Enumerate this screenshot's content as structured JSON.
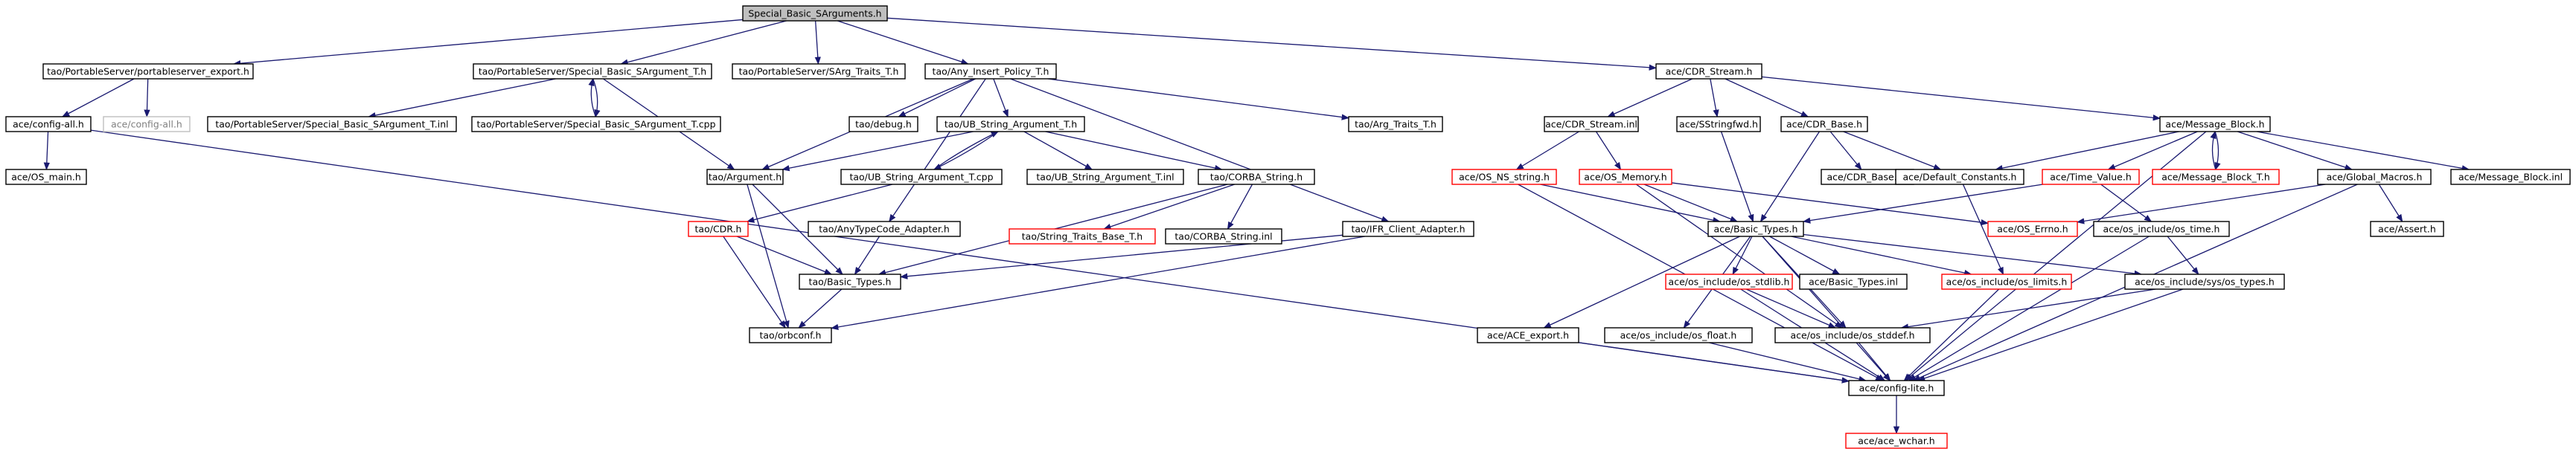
{
  "graph": {
    "colors": {
      "edge": "#191970",
      "node_border": "#000000",
      "node_border_missing": "#ff0000",
      "node_border_external": "#bfbfbf",
      "node_fill": "#ffffff",
      "root_fill": "#bfbfbf",
      "text": "#000000",
      "text_external": "#808080"
    },
    "nodes": [
      {
        "id": "root",
        "label": "Special_Basic_SArguments.h",
        "style": "root"
      },
      {
        "id": "pse",
        "label": "tao/PortableServer/portableserver_export.h",
        "style": "normal"
      },
      {
        "id": "sbsa",
        "label": "tao/PortableServer/Special_Basic_SArgument_T.h",
        "style": "normal"
      },
      {
        "id": "sat",
        "label": "tao/PortableServer/SArg_Traits_T.h",
        "style": "normal"
      },
      {
        "id": "aip",
        "label": "tao/Any_Insert_Policy_T.h",
        "style": "normal"
      },
      {
        "id": "cdrs",
        "label": "ace/CDR_Stream.h",
        "style": "normal"
      },
      {
        "id": "acecfg",
        "label": "ace/config-all.h",
        "style": "normal"
      },
      {
        "id": "acecfgx",
        "label": "ace/config-all.h",
        "style": "external"
      },
      {
        "id": "sbsainl",
        "label": "tao/PortableServer/Special_Basic_SArgument_T.inl",
        "style": "normal"
      },
      {
        "id": "sbsacpp",
        "label": "tao/PortableServer/Special_Basic_SArgument_T.cpp",
        "style": "normal"
      },
      {
        "id": "debug",
        "label": "tao/debug.h",
        "style": "normal"
      },
      {
        "id": "ubsa",
        "label": "tao/UB_String_Argument_T.h",
        "style": "normal"
      },
      {
        "id": "argt",
        "label": "tao/Arg_Traits_T.h",
        "style": "normal"
      },
      {
        "id": "cdrsinl",
        "label": "ace/CDR_Stream.inl",
        "style": "normal"
      },
      {
        "id": "ssfwd",
        "label": "ace/SStringfwd.h",
        "style": "normal"
      },
      {
        "id": "cdrbase",
        "label": "ace/CDR_Base.h",
        "style": "normal"
      },
      {
        "id": "msgblk",
        "label": "ace/Message_Block.h",
        "style": "normal"
      },
      {
        "id": "osmain",
        "label": "ace/OS_main.h",
        "style": "normal"
      },
      {
        "id": "arg",
        "label": "tao/Argument.h",
        "style": "normal"
      },
      {
        "id": "ubsacpp",
        "label": "tao/UB_String_Argument_T.cpp",
        "style": "normal"
      },
      {
        "id": "ubsainl",
        "label": "tao/UB_String_Argument_T.inl",
        "style": "normal"
      },
      {
        "id": "corbas",
        "label": "tao/CORBA_String.h",
        "style": "normal"
      },
      {
        "id": "osnss",
        "label": "ace/OS_NS_string.h",
        "style": "missing"
      },
      {
        "id": "osmem",
        "label": "ace/OS_Memory.h",
        "style": "missing"
      },
      {
        "id": "cdrbaseinl",
        "label": "ace/CDR_Base.inl",
        "style": "normal"
      },
      {
        "id": "defc",
        "label": "ace/Default_Constants.h",
        "style": "normal"
      },
      {
        "id": "timev",
        "label": "ace/Time_Value.h",
        "style": "missing"
      },
      {
        "id": "msgblkt",
        "label": "ace/Message_Block_T.h",
        "style": "missing"
      },
      {
        "id": "glbm",
        "label": "ace/Global_Macros.h",
        "style": "normal"
      },
      {
        "id": "msgblkinl",
        "label": "ace/Message_Block.inl",
        "style": "normal"
      },
      {
        "id": "taocdr",
        "label": "tao/CDR.h",
        "style": "missing"
      },
      {
        "id": "anytca",
        "label": "tao/AnyTypeCode_Adapter.h",
        "style": "normal"
      },
      {
        "id": "stbt",
        "label": "tao/String_Traits_Base_T.h",
        "style": "missing"
      },
      {
        "id": "corbasinl",
        "label": "tao/CORBA_String.inl",
        "style": "normal"
      },
      {
        "id": "ifrca",
        "label": "tao/IFR_Client_Adapter.h",
        "style": "normal"
      },
      {
        "id": "basict",
        "label": "ace/Basic_Types.h",
        "style": "normal"
      },
      {
        "id": "oserrno",
        "label": "ace/OS_Errno.h",
        "style": "missing"
      },
      {
        "id": "ostime",
        "label": "ace/os_include/os_time.h",
        "style": "normal"
      },
      {
        "id": "assert",
        "label": "ace/Assert.h",
        "style": "normal"
      },
      {
        "id": "taobt",
        "label": "tao/Basic_Types.h",
        "style": "normal"
      },
      {
        "id": "oscfg",
        "label": "tao/orbconf.h",
        "style": "normal"
      },
      {
        "id": "osstdlib",
        "label": "ace/os_include/os_stdlib.h",
        "style": "missing"
      },
      {
        "id": "btinl",
        "label": "ace/Basic_Types.inl",
        "style": "normal"
      },
      {
        "id": "oslimits",
        "label": "ace/os_include/os_limits.h",
        "style": "missing"
      },
      {
        "id": "systypes",
        "label": "ace/os_include/sys/os_types.h",
        "style": "normal"
      },
      {
        "id": "aceexp",
        "label": "ace/ACE_export.h",
        "style": "normal"
      },
      {
        "id": "osfloat",
        "label": "ace/os_include/os_float.h",
        "style": "normal"
      },
      {
        "id": "osstddef",
        "label": "ace/os_include/os_stddef.h",
        "style": "normal"
      },
      {
        "id": "cfglite",
        "label": "ace/config-lite.h",
        "style": "normal"
      },
      {
        "id": "wchar",
        "label": "ace/ace_wchar.h",
        "style": "missing"
      }
    ],
    "edges": [
      [
        "root",
        "pse"
      ],
      [
        "root",
        "sbsa"
      ],
      [
        "root",
        "sat"
      ],
      [
        "root",
        "aip"
      ],
      [
        "root",
        "cdrs"
      ],
      [
        "pse",
        "acecfg"
      ],
      [
        "pse",
        "acecfgx"
      ],
      [
        "acecfg",
        "osmain"
      ],
      [
        "acecfg",
        "cfglite"
      ],
      [
        "sbsa",
        "sbsainl"
      ],
      [
        "sbsa",
        "sbsacpp"
      ],
      [
        "sbsa",
        "arg"
      ],
      [
        "sbsacpp",
        "sbsa"
      ],
      [
        "aip",
        "arg"
      ],
      [
        "aip",
        "debug"
      ],
      [
        "aip",
        "ubsa"
      ],
      [
        "aip",
        "anytca"
      ],
      [
        "aip",
        "ifrca"
      ],
      [
        "aip",
        "argt"
      ],
      [
        "ubsa",
        "arg"
      ],
      [
        "ubsa",
        "ubsacpp"
      ],
      [
        "ubsa",
        "ubsainl"
      ],
      [
        "ubsa",
        "corbas"
      ],
      [
        "ubsacpp",
        "ubsa"
      ],
      [
        "ubsacpp",
        "taocdr"
      ],
      [
        "arg",
        "taobt"
      ],
      [
        "arg",
        "oscfg"
      ],
      [
        "corbas",
        "taobt"
      ],
      [
        "corbas",
        "stbt"
      ],
      [
        "corbas",
        "corbasinl"
      ],
      [
        "taocdr",
        "taobt"
      ],
      [
        "taocdr",
        "oscfg"
      ],
      [
        "anytca",
        "taobt"
      ],
      [
        "ifrca",
        "taobt"
      ],
      [
        "ifrca",
        "oscfg"
      ],
      [
        "taobt",
        "oscfg"
      ],
      [
        "cdrs",
        "cdrsinl"
      ],
      [
        "cdrs",
        "ssfwd"
      ],
      [
        "cdrs",
        "cdrbase"
      ],
      [
        "cdrs",
        "msgblk"
      ],
      [
        "cdrsinl",
        "osnss"
      ],
      [
        "cdrsinl",
        "osmem"
      ],
      [
        "ssfwd",
        "basict"
      ],
      [
        "cdrbase",
        "basict"
      ],
      [
        "cdrbase",
        "cdrbaseinl"
      ],
      [
        "cdrbase",
        "defc"
      ],
      [
        "msgblk",
        "defc"
      ],
      [
        "msgblk",
        "timev"
      ],
      [
        "msgblk",
        "msgblkt"
      ],
      [
        "msgblk",
        "glbm"
      ],
      [
        "msgblk",
        "msgblkinl"
      ],
      [
        "msgblk",
        "cfglite"
      ],
      [
        "msgblkt",
        "msgblk"
      ],
      [
        "osnss",
        "basict"
      ],
      [
        "osnss",
        "cfglite"
      ],
      [
        "osmem",
        "oserrno"
      ],
      [
        "osmem",
        "basict"
      ],
      [
        "osmem",
        "osstddef"
      ],
      [
        "defc",
        "oslimits"
      ],
      [
        "timev",
        "basict"
      ],
      [
        "timev",
        "ostime"
      ],
      [
        "glbm",
        "oserrno"
      ],
      [
        "glbm",
        "assert"
      ],
      [
        "glbm",
        "cfglite"
      ],
      [
        "basict",
        "aceexp"
      ],
      [
        "basict",
        "osstdlib"
      ],
      [
        "basict",
        "btinl"
      ],
      [
        "basict",
        "oslimits"
      ],
      [
        "basict",
        "systypes"
      ],
      [
        "basict",
        "osfloat"
      ],
      [
        "basict",
        "osstddef"
      ],
      [
        "basict",
        "cfglite"
      ],
      [
        "ostime",
        "systypes"
      ],
      [
        "ostime",
        "cfglite"
      ],
      [
        "systypes",
        "osstddef"
      ],
      [
        "systypes",
        "cfglite"
      ],
      [
        "osstdlib",
        "osstddef"
      ],
      [
        "osstdlib",
        "cfglite"
      ],
      [
        "oslimits",
        "cfglite"
      ],
      [
        "osstddef",
        "cfglite"
      ],
      [
        "aceexp",
        "cfglite"
      ],
      [
        "osfloat",
        "cfglite"
      ],
      [
        "cfglite",
        "wchar"
      ]
    ]
  }
}
